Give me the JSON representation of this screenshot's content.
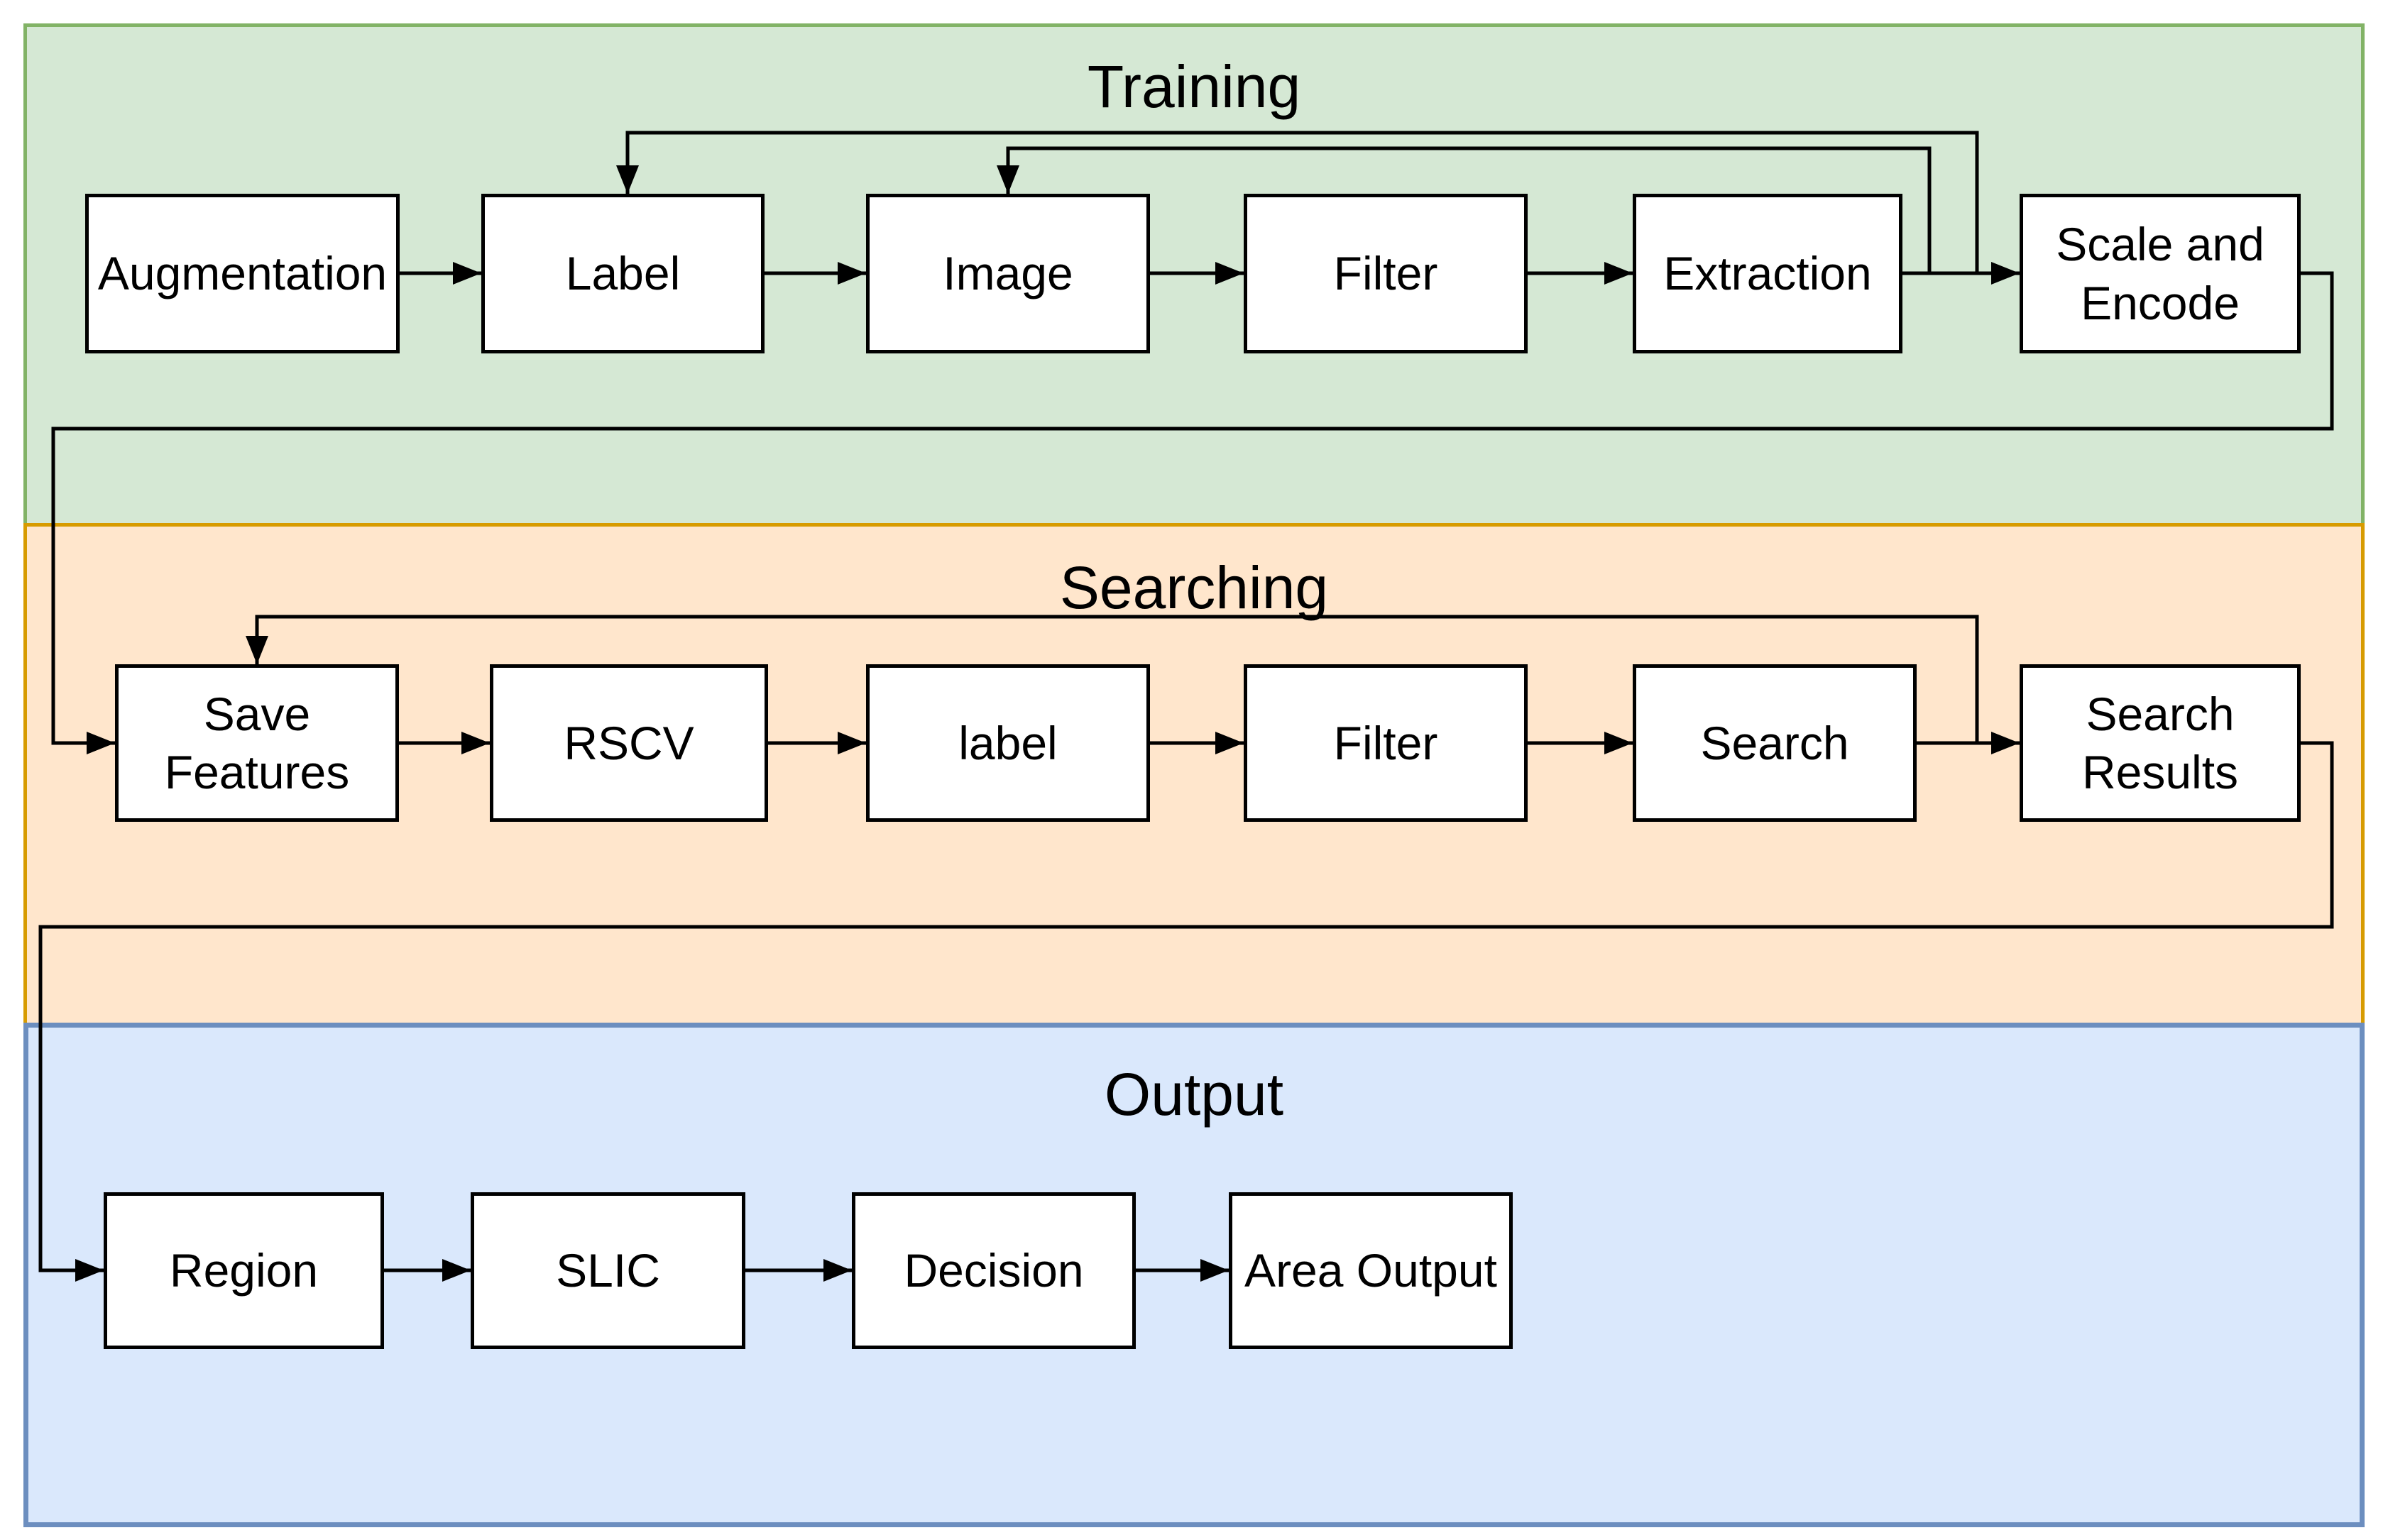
{
  "flowchart": {
    "canvas_background": "#ffffff",
    "node_fill": "#ffffff",
    "node_stroke": "#000000",
    "connector_color": "#000000",
    "bands": [
      {
        "title": "Training",
        "fill": "#d5e8d4",
        "stroke": "#82b366",
        "nodes": [
          {
            "id": "augmentation",
            "label": "Augmentation"
          },
          {
            "id": "label",
            "label": "Label"
          },
          {
            "id": "image",
            "label": "Image"
          },
          {
            "id": "filter-training",
            "label": "Filter"
          },
          {
            "id": "extraction",
            "label": "Extraction"
          },
          {
            "id": "scale-and-encode",
            "label": "Scale and Encode"
          }
        ]
      },
      {
        "title": "Searching",
        "fill": "#ffe6cc",
        "stroke": "#d79b00",
        "nodes": [
          {
            "id": "save-features",
            "label": "Save Features"
          },
          {
            "id": "rscv",
            "label": "RSCV"
          },
          {
            "id": "label-searching",
            "label": "label"
          },
          {
            "id": "filter-searching",
            "label": "Filter"
          },
          {
            "id": "search",
            "label": "Search"
          },
          {
            "id": "search-results",
            "label": "Search Results"
          }
        ]
      },
      {
        "title": "Output",
        "fill": "#dae8fc",
        "stroke": "#6c8ebf",
        "nodes": [
          {
            "id": "region",
            "label": "Region"
          },
          {
            "id": "slic",
            "label": "SLIC"
          },
          {
            "id": "decision",
            "label": "Decision"
          },
          {
            "id": "area-output",
            "label": "Area Output"
          }
        ]
      }
    ],
    "edges": [
      {
        "from": "augmentation",
        "to": "label",
        "type": "forward"
      },
      {
        "from": "label",
        "to": "image",
        "type": "forward"
      },
      {
        "from": "image",
        "to": "filter-training",
        "type": "forward"
      },
      {
        "from": "filter-training",
        "to": "extraction",
        "type": "forward"
      },
      {
        "from": "extraction",
        "to": "scale-and-encode",
        "type": "forward"
      },
      {
        "from": "extraction-scale-link",
        "to": "label",
        "type": "feedback"
      },
      {
        "from": "extraction-scale-link",
        "to": "image",
        "type": "feedback"
      },
      {
        "from": "scale-and-encode",
        "to": "save-features",
        "type": "cross-band"
      },
      {
        "from": "save-features",
        "to": "rscv",
        "type": "forward"
      },
      {
        "from": "rscv",
        "to": "label-searching",
        "type": "forward"
      },
      {
        "from": "label-searching",
        "to": "filter-searching",
        "type": "forward"
      },
      {
        "from": "filter-searching",
        "to": "search",
        "type": "forward"
      },
      {
        "from": "search",
        "to": "search-results",
        "type": "forward"
      },
      {
        "from": "search-results-link",
        "to": "save-features",
        "type": "feedback"
      },
      {
        "from": "search-results",
        "to": "region",
        "type": "cross-band"
      },
      {
        "from": "region",
        "to": "slic",
        "type": "forward"
      },
      {
        "from": "slic",
        "to": "decision",
        "type": "forward"
      },
      {
        "from": "decision",
        "to": "area-output",
        "type": "forward"
      }
    ]
  }
}
